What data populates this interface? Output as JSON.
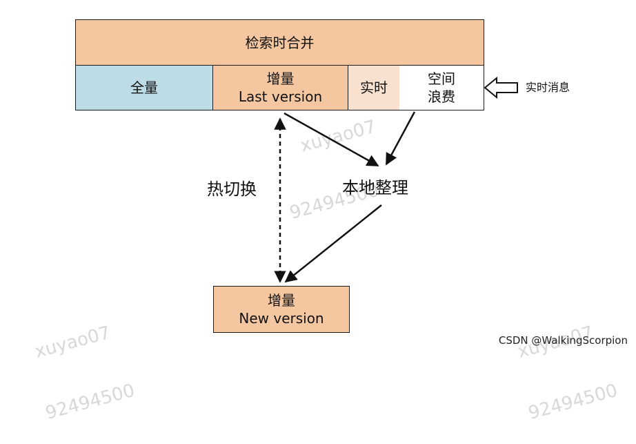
{
  "top_bar": {
    "label": "检索时合并",
    "color": "#f4c7a1"
  },
  "segments": {
    "full": {
      "label": "全量",
      "color": "#bcdce6"
    },
    "incremental_last": {
      "line1": "增量",
      "line2": "Last version",
      "color": "#f4c7a1"
    },
    "realtime": {
      "label": "实时",
      "color": "#f9e1cf"
    },
    "waste": {
      "line1": "空间",
      "line2": "浪费",
      "color": "#ffffff"
    }
  },
  "realtime_message": {
    "label": "实时消息"
  },
  "hot_switch": {
    "label": "热切换"
  },
  "local_compact": {
    "label": "本地整理"
  },
  "incremental_new": {
    "line1": "增量",
    "line2": "New version",
    "color": "#f4c7a1"
  },
  "watermarks": [
    {
      "line1": "xuyao07",
      "line2": "92494500"
    },
    {
      "line1": "xuyao07",
      "line2": "92494500"
    },
    {
      "line1": "xuyao07",
      "line2": "92494500"
    }
  ],
  "credit": "CSDN @WalkingScorpion"
}
